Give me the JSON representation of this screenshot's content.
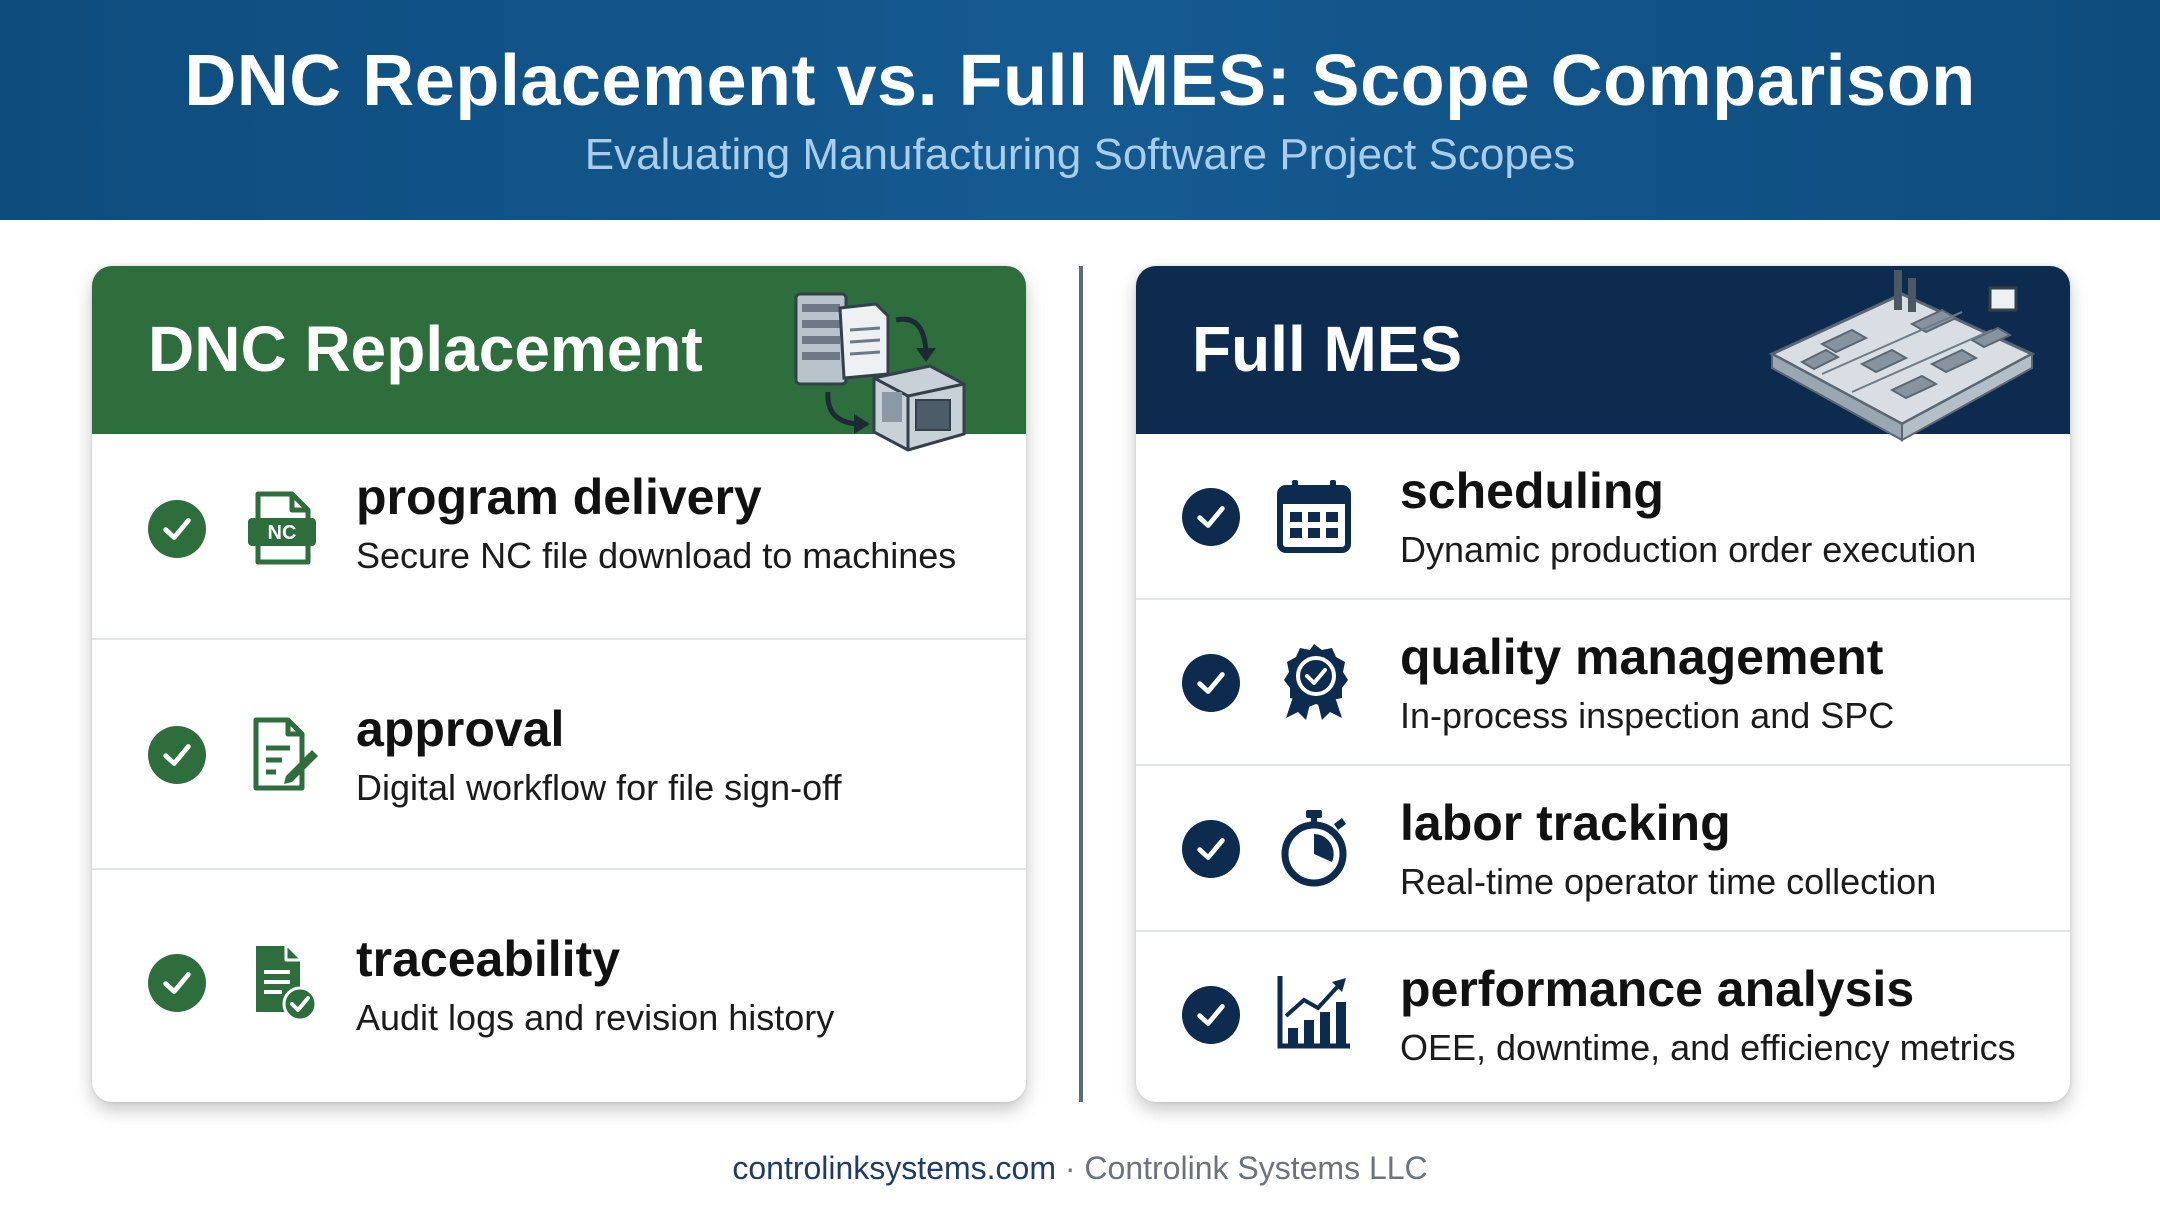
{
  "header": {
    "title": "DNC Replacement vs. Full MES: Scope Comparison",
    "subtitle": "Evaluating Manufacturing Software Project Scopes"
  },
  "left_card": {
    "title": "DNC Replacement",
    "header_icon": "file-transfer-to-cnc-machine-icon",
    "items": [
      {
        "icon": "nc-file-icon",
        "title": "program delivery",
        "description": "Secure NC file download to machines"
      },
      {
        "icon": "document-edit-icon",
        "title": "approval",
        "description": "Digital workflow for file sign-off"
      },
      {
        "icon": "document-check-icon",
        "title": "traceability",
        "description": "Audit logs and revision history"
      }
    ]
  },
  "right_card": {
    "title": "Full MES",
    "header_icon": "isometric-factory-floor-icon",
    "items": [
      {
        "icon": "calendar-icon",
        "title": "scheduling",
        "description": "Dynamic production order execution"
      },
      {
        "icon": "quality-badge-icon",
        "title": "quality management",
        "description": "In-process inspection and SPC"
      },
      {
        "icon": "stopwatch-icon",
        "title": "labor tracking",
        "description": "Real-time operator time collection"
      },
      {
        "icon": "bar-chart-trend-icon",
        "title": "performance analysis",
        "description": "OEE, downtime, and efficiency metrics"
      }
    ]
  },
  "footer": {
    "website": "controlinksystems.com",
    "separator": "·",
    "company": "Controlink Systems LLC"
  },
  "colors": {
    "header_blue": "#145a91",
    "dnc_green": "#2e6e3c",
    "mes_navy": "#0d2b4e",
    "subtitle_blue": "#a9cdea"
  }
}
